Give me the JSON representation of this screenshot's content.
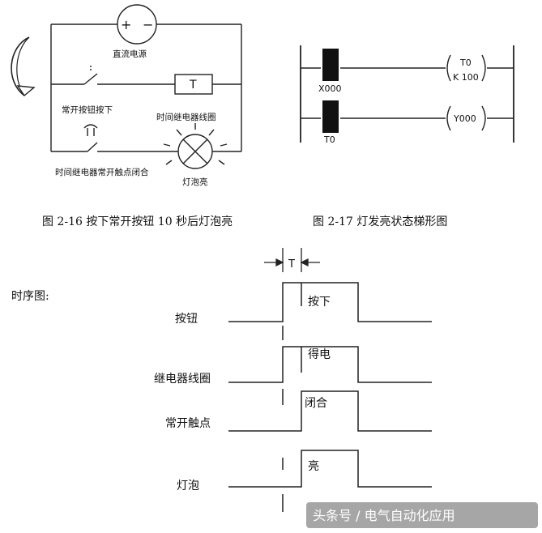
{
  "circuit": {
    "power_label": "直流电源",
    "button_label": "常开按钮按下",
    "timer_box_label": "T",
    "coil_label": "时间继电器线圈",
    "contact_label": "时间继电器常开触点闭合",
    "lamp_label": "灯泡亮"
  },
  "ladder": {
    "contact1_label": "X000",
    "contact2_label": "T0",
    "coil1_line1": "T0",
    "coil1_line2": "K 100",
    "coil2_label": "Y000"
  },
  "captions": {
    "left": "图 2-16 按下常开按钮 10 秒后灯泡亮",
    "right": "图 2-17  灯发亮状态梯形图"
  },
  "timing": {
    "title": "时序图:",
    "delay_label": "T",
    "rows": [
      {
        "label": "按钮",
        "state": "按下"
      },
      {
        "label": "继电器线圈",
        "state": "得电"
      },
      {
        "label": "常开触点",
        "state": "闭合"
      },
      {
        "label": "灯泡",
        "state": "亮"
      }
    ]
  },
  "watermark": "头条号 / 电气自动化应用"
}
